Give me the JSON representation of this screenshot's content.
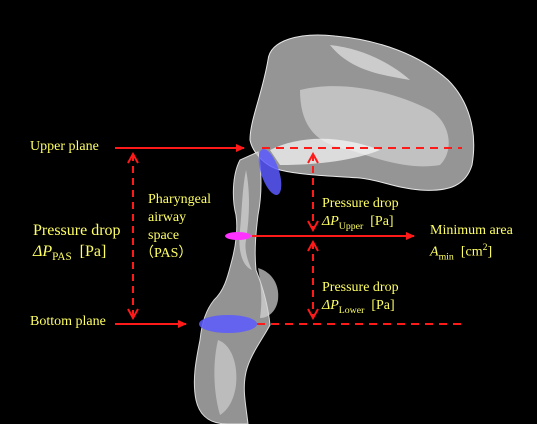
{
  "colors": {
    "background": "#000000",
    "label": "#ffff66",
    "arrow": "#ff1a1a",
    "plane_fill": "#5a5aff",
    "min_area_fill": "#ff33ff",
    "airway_model": "#cfcfcf"
  },
  "labels": {
    "upper_plane": "Upper plane",
    "bottom_plane": "Bottom plane",
    "pas_drop_title": "Pressure drop",
    "pas_symbol": "ΔP",
    "pas_sub": "PAS",
    "pas_unit": "[Pa]",
    "pas_line1": "Pharyngeal",
    "pas_line2": "airway",
    "pas_line3": "space",
    "pas_line4": "（PAS）",
    "upper_drop_title": "Pressure drop",
    "upper_symbol": "ΔP",
    "upper_sub": "Upper",
    "upper_unit": "[Pa]",
    "min_area_title": "Minimum  area",
    "min_area_symbol": "A",
    "min_area_sub": "min",
    "min_area_unit_pre": "[cm",
    "min_area_unit_sup": "2",
    "min_area_unit_post": "]",
    "lower_drop_title": "Pressure drop",
    "lower_symbol": "ΔP",
    "lower_sub": "Lower",
    "lower_unit": "[Pa]"
  }
}
